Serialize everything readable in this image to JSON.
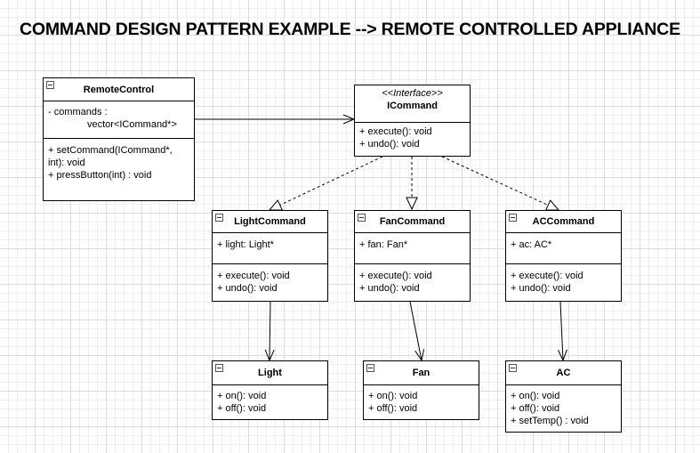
{
  "title": "COMMAND DESIGN PATTERN EXAMPLE --> REMOTE CONTROLLED APPLIANCE",
  "classes": {
    "remote": {
      "name": "RemoteControl",
      "attributes": [
        "- commands :",
        "vector<ICommand*>"
      ],
      "methods": [
        "+ setCommand(ICommand*,",
        "int): void",
        "+ pressButton(int) : void"
      ]
    },
    "icommand": {
      "stereotype": "<<Interface>>",
      "name": "ICommand",
      "methods": [
        "+ execute(): void",
        "+ undo(): void"
      ]
    },
    "lightcommand": {
      "name": "LightCommand",
      "attributes": [
        "+ light: Light*"
      ],
      "methods": [
        "+ execute(): void",
        "+ undo(): void"
      ]
    },
    "fancommand": {
      "name": "FanCommand",
      "attributes": [
        "+ fan: Fan*"
      ],
      "methods": [
        "+ execute(): void",
        "+ undo(): void"
      ]
    },
    "accommand": {
      "name": "ACCommand",
      "attributes": [
        "+ ac: AC*"
      ],
      "methods": [
        "+ execute(): void",
        "+ undo(): void"
      ]
    },
    "light": {
      "name": "Light",
      "methods": [
        "+ on(): void",
        "+ off(): void"
      ]
    },
    "fan": {
      "name": "Fan",
      "methods": [
        "+ on(): void",
        "+ off(): void"
      ]
    },
    "ac": {
      "name": "AC",
      "methods": [
        "+ on(): void",
        "+ off(): void",
        "+ setTemp() : void"
      ]
    }
  }
}
